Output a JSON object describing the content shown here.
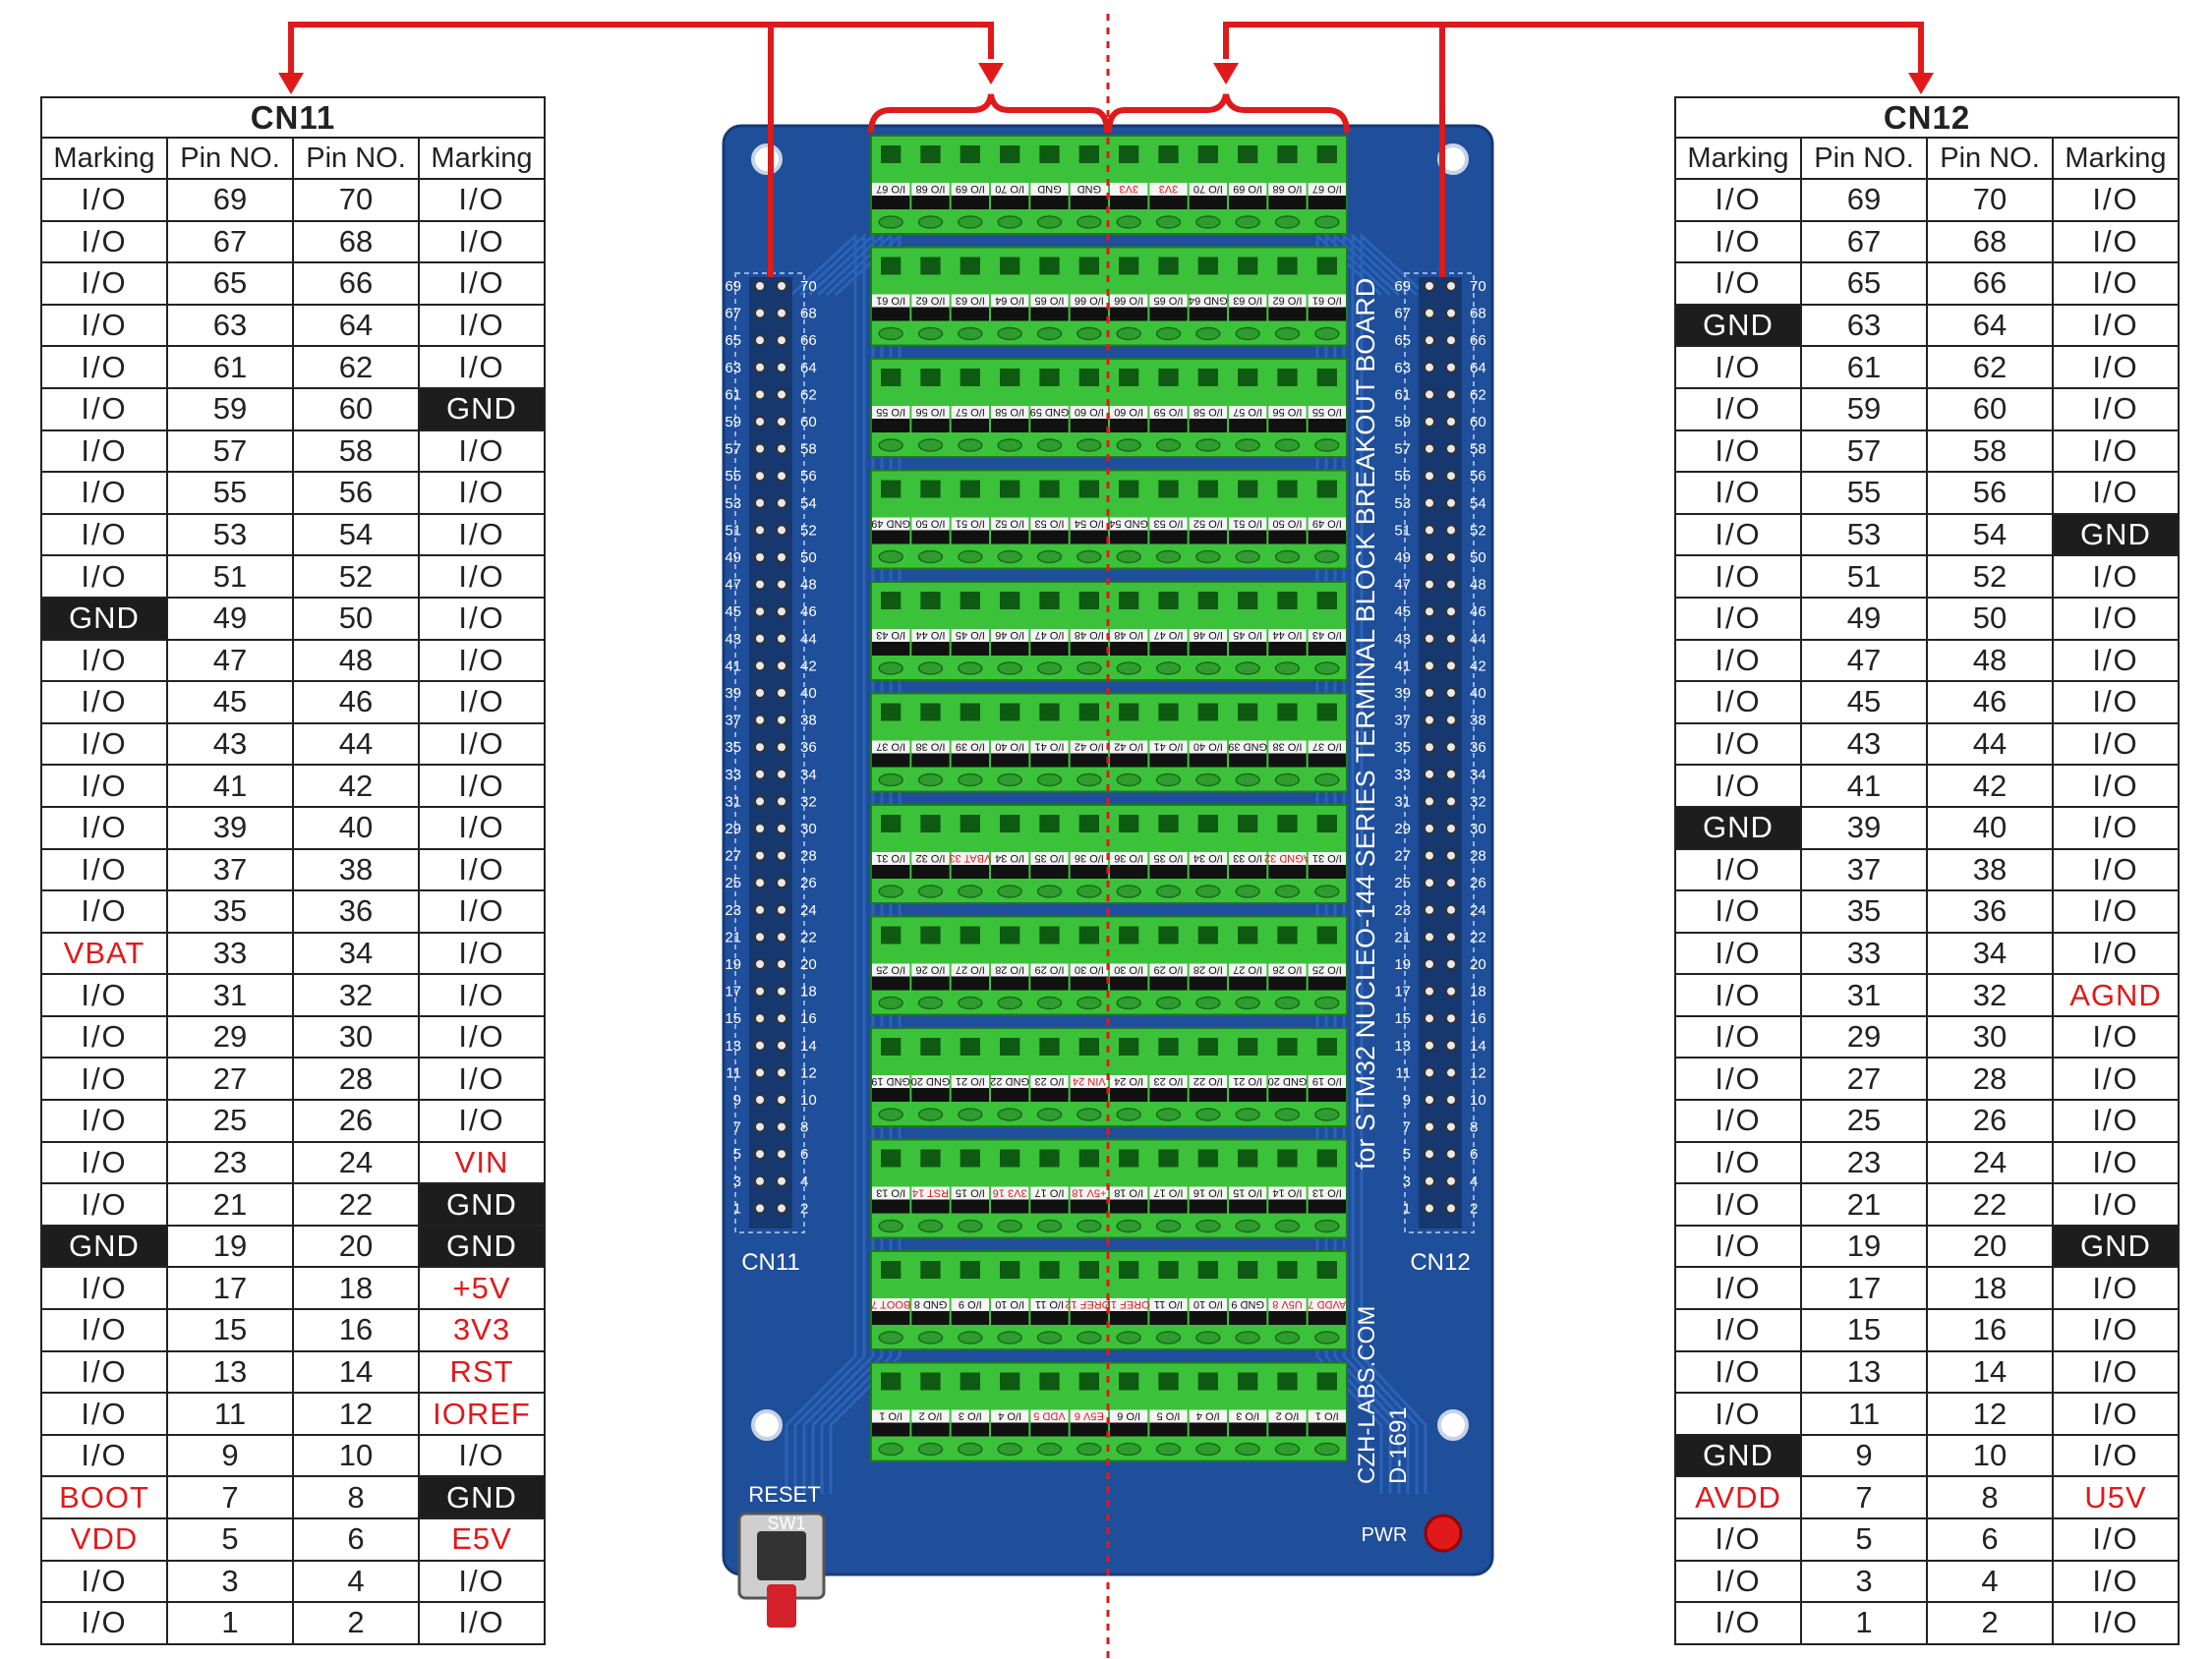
{
  "tables": [
    {
      "id": "cn11",
      "title": "CN11",
      "headers": [
        "Marking",
        "Pin NO.",
        "Pin NO.",
        "Marking"
      ],
      "rows": [
        {
          "lm": "I/O",
          "lp": "69",
          "rp": "70",
          "rm": "I/O"
        },
        {
          "lm": "I/O",
          "lp": "67",
          "rp": "68",
          "rm": "I/O"
        },
        {
          "lm": "I/O",
          "lp": "65",
          "rp": "66",
          "rm": "I/O"
        },
        {
          "lm": "I/O",
          "lp": "63",
          "rp": "64",
          "rm": "I/O"
        },
        {
          "lm": "I/O",
          "lp": "61",
          "rp": "62",
          "rm": "I/O"
        },
        {
          "lm": "I/O",
          "lp": "59",
          "rp": "60",
          "rm": "GND"
        },
        {
          "lm": "I/O",
          "lp": "57",
          "rp": "58",
          "rm": "I/O"
        },
        {
          "lm": "I/O",
          "lp": "55",
          "rp": "56",
          "rm": "I/O"
        },
        {
          "lm": "I/O",
          "lp": "53",
          "rp": "54",
          "rm": "I/O"
        },
        {
          "lm": "I/O",
          "lp": "51",
          "rp": "52",
          "rm": "I/O"
        },
        {
          "lm": "GND",
          "lp": "49",
          "rp": "50",
          "rm": "I/O"
        },
        {
          "lm": "I/O",
          "lp": "47",
          "rp": "48",
          "rm": "I/O"
        },
        {
          "lm": "I/O",
          "lp": "45",
          "rp": "46",
          "rm": "I/O"
        },
        {
          "lm": "I/O",
          "lp": "43",
          "rp": "44",
          "rm": "I/O"
        },
        {
          "lm": "I/O",
          "lp": "41",
          "rp": "42",
          "rm": "I/O"
        },
        {
          "lm": "I/O",
          "lp": "39",
          "rp": "40",
          "rm": "I/O"
        },
        {
          "lm": "I/O",
          "lp": "37",
          "rp": "38",
          "rm": "I/O"
        },
        {
          "lm": "I/O",
          "lp": "35",
          "rp": "36",
          "rm": "I/O"
        },
        {
          "lm": "VBAT",
          "lp": "33",
          "rp": "34",
          "rm": "I/O"
        },
        {
          "lm": "I/O",
          "lp": "31",
          "rp": "32",
          "rm": "I/O"
        },
        {
          "lm": "I/O",
          "lp": "29",
          "rp": "30",
          "rm": "I/O"
        },
        {
          "lm": "I/O",
          "lp": "27",
          "rp": "28",
          "rm": "I/O"
        },
        {
          "lm": "I/O",
          "lp": "25",
          "rp": "26",
          "rm": "I/O"
        },
        {
          "lm": "I/O",
          "lp": "23",
          "rp": "24",
          "rm": "VIN"
        },
        {
          "lm": "I/O",
          "lp": "21",
          "rp": "22",
          "rm": "GND"
        },
        {
          "lm": "GND",
          "lp": "19",
          "rp": "20",
          "rm": "GND"
        },
        {
          "lm": "I/O",
          "lp": "17",
          "rp": "18",
          "rm": "+5V"
        },
        {
          "lm": "I/O",
          "lp": "15",
          "rp": "16",
          "rm": "3V3"
        },
        {
          "lm": "I/O",
          "lp": "13",
          "rp": "14",
          "rm": "RST"
        },
        {
          "lm": "I/O",
          "lp": "11",
          "rp": "12",
          "rm": "IOREF"
        },
        {
          "lm": "I/O",
          "lp": "9",
          "rp": "10",
          "rm": "I/O"
        },
        {
          "lm": "BOOT",
          "lp": "7",
          "rp": "8",
          "rm": "GND"
        },
        {
          "lm": "VDD",
          "lp": "5",
          "rp": "6",
          "rm": "E5V"
        },
        {
          "lm": "I/O",
          "lp": "3",
          "rp": "4",
          "rm": "I/O"
        },
        {
          "lm": "I/O",
          "lp": "1",
          "rp": "2",
          "rm": "I/O"
        }
      ]
    },
    {
      "id": "cn12",
      "title": "CN12",
      "headers": [
        "Marking",
        "Pin NO.",
        "Pin NO.",
        "Marking"
      ],
      "rows": [
        {
          "lm": "I/O",
          "lp": "69",
          "rp": "70",
          "rm": "I/O"
        },
        {
          "lm": "I/O",
          "lp": "67",
          "rp": "68",
          "rm": "I/O"
        },
        {
          "lm": "I/O",
          "lp": "65",
          "rp": "66",
          "rm": "I/O"
        },
        {
          "lm": "GND",
          "lp": "63",
          "rp": "64",
          "rm": "I/O"
        },
        {
          "lm": "I/O",
          "lp": "61",
          "rp": "62",
          "rm": "I/O"
        },
        {
          "lm": "I/O",
          "lp": "59",
          "rp": "60",
          "rm": "I/O"
        },
        {
          "lm": "I/O",
          "lp": "57",
          "rp": "58",
          "rm": "I/O"
        },
        {
          "lm": "I/O",
          "lp": "55",
          "rp": "56",
          "rm": "I/O"
        },
        {
          "lm": "I/O",
          "lp": "53",
          "rp": "54",
          "rm": "GND"
        },
        {
          "lm": "I/O",
          "lp": "51",
          "rp": "52",
          "rm": "I/O"
        },
        {
          "lm": "I/O",
          "lp": "49",
          "rp": "50",
          "rm": "I/O"
        },
        {
          "lm": "I/O",
          "lp": "47",
          "rp": "48",
          "rm": "I/O"
        },
        {
          "lm": "I/O",
          "lp": "45",
          "rp": "46",
          "rm": "I/O"
        },
        {
          "lm": "I/O",
          "lp": "43",
          "rp": "44",
          "rm": "I/O"
        },
        {
          "lm": "I/O",
          "lp": "41",
          "rp": "42",
          "rm": "I/O"
        },
        {
          "lm": "GND",
          "lp": "39",
          "rp": "40",
          "rm": "I/O"
        },
        {
          "lm": "I/O",
          "lp": "37",
          "rp": "38",
          "rm": "I/O"
        },
        {
          "lm": "I/O",
          "lp": "35",
          "rp": "36",
          "rm": "I/O"
        },
        {
          "lm": "I/O",
          "lp": "33",
          "rp": "34",
          "rm": "I/O"
        },
        {
          "lm": "I/O",
          "lp": "31",
          "rp": "32",
          "rm": "AGND"
        },
        {
          "lm": "I/O",
          "lp": "29",
          "rp": "30",
          "rm": "I/O"
        },
        {
          "lm": "I/O",
          "lp": "27",
          "rp": "28",
          "rm": "I/O"
        },
        {
          "lm": "I/O",
          "lp": "25",
          "rp": "26",
          "rm": "I/O"
        },
        {
          "lm": "I/O",
          "lp": "23",
          "rp": "24",
          "rm": "I/O"
        },
        {
          "lm": "I/O",
          "lp": "21",
          "rp": "22",
          "rm": "I/O"
        },
        {
          "lm": "I/O",
          "lp": "19",
          "rp": "20",
          "rm": "GND"
        },
        {
          "lm": "I/O",
          "lp": "17",
          "rp": "18",
          "rm": "I/O"
        },
        {
          "lm": "I/O",
          "lp": "15",
          "rp": "16",
          "rm": "I/O"
        },
        {
          "lm": "I/O",
          "lp": "13",
          "rp": "14",
          "rm": "I/O"
        },
        {
          "lm": "I/O",
          "lp": "11",
          "rp": "12",
          "rm": "I/O"
        },
        {
          "lm": "GND",
          "lp": "9",
          "rp": "10",
          "rm": "I/O"
        },
        {
          "lm": "AVDD",
          "lp": "7",
          "rp": "8",
          "rm": "U5V"
        },
        {
          "lm": "I/O",
          "lp": "5",
          "rp": "6",
          "rm": "I/O"
        },
        {
          "lm": "I/O",
          "lp": "3",
          "rp": "4",
          "rm": "I/O"
        },
        {
          "lm": "I/O",
          "lp": "1",
          "rp": "2",
          "rm": "I/O"
        }
      ]
    }
  ],
  "board": {
    "left_header_label": "CN11",
    "right_header_label": "CN12",
    "reset_label": "RESET",
    "switch_label": "SW1",
    "power_label": "PWR",
    "silkscreen_title": "for STM32 NUCLEO-144 SERIES TERMINAL BLOCK BREAKOUT BOARD",
    "brand": "CZH-LABS.COM",
    "part_number": "D-1691",
    "terminal_rows": [
      {
        "left": [
          "I/O 67",
          "I/O 68",
          "I/O 69",
          "I/O 70",
          "GND",
          "GND"
        ],
        "right": [
          "3V3",
          "3V3",
          "I/O 70",
          "I/O 69",
          "I/O 68",
          "I/O 67"
        ]
      },
      {
        "left": [
          "I/O 61",
          "I/O 62",
          "I/O 63",
          "I/O 64",
          "I/O 65",
          "I/O 66"
        ],
        "right": [
          "I/O 66",
          "I/O 65",
          "GND 64",
          "I/O 63",
          "I/O 62",
          "I/O 61"
        ]
      },
      {
        "left": [
          "I/O 55",
          "I/O 56",
          "I/O 57",
          "I/O 58",
          "GND 59",
          "I/O 60"
        ],
        "right": [
          "I/O 60",
          "I/O 59",
          "I/O 58",
          "I/O 57",
          "I/O 56",
          "I/O 55"
        ]
      },
      {
        "left": [
          "GND 49",
          "I/O 50",
          "I/O 51",
          "I/O 52",
          "I/O 53",
          "I/O 54"
        ],
        "right": [
          "GND 54",
          "I/O 53",
          "I/O 52",
          "I/O 51",
          "I/O 50",
          "I/O 49"
        ]
      },
      {
        "left": [
          "I/O 43",
          "I/O 44",
          "I/O 45",
          "I/O 46",
          "I/O 47",
          "I/O 48"
        ],
        "right": [
          "I/O 48",
          "I/O 47",
          "I/O 46",
          "I/O 45",
          "I/O 44",
          "I/O 43"
        ]
      },
      {
        "left": [
          "I/O 37",
          "I/O 38",
          "I/O 39",
          "I/O 40",
          "I/O 41",
          "I/O 42"
        ],
        "right": [
          "I/O 42",
          "I/O 41",
          "I/O 40",
          "GND 39",
          "I/O 38",
          "I/O 37"
        ]
      },
      {
        "left": [
          "I/O 31",
          "I/O 32",
          "VBAT 33",
          "I/O 34",
          "I/O 35",
          "I/O 36"
        ],
        "right": [
          "I/O 36",
          "I/O 35",
          "I/O 34",
          "I/O 33",
          "AGND 32",
          "I/O 31"
        ]
      },
      {
        "left": [
          "I/O 25",
          "I/O 26",
          "I/O 27",
          "I/O 28",
          "I/O 29",
          "I/O 30"
        ],
        "right": [
          "I/O 30",
          "I/O 29",
          "I/O 28",
          "I/O 27",
          "I/O 26",
          "I/O 25"
        ]
      },
      {
        "left": [
          "GND 19",
          "GND 20",
          "I/O 21",
          "GND 22",
          "I/O 23",
          "VIN 24"
        ],
        "right": [
          "I/O 24",
          "I/O 23",
          "I/O 22",
          "I/O 21",
          "GND 20",
          "I/O 19"
        ]
      },
      {
        "left": [
          "I/O 13",
          "RST 14",
          "I/O 15",
          "3V3 16",
          "I/O 17",
          "+5V 18"
        ],
        "right": [
          "I/O 18",
          "I/O 17",
          "I/O 16",
          "I/O 15",
          "I/O 14",
          "I/O 13"
        ]
      },
      {
        "left": [
          "BOOT 7",
          "GND 8",
          "I/O 9",
          "I/O 10",
          "I/O 11",
          "IOREF 12"
        ],
        "right": [
          "IOREF 12",
          "I/O 11",
          "I/O 10",
          "GND 9",
          "U5V 8",
          "AVDD 7"
        ]
      },
      {
        "left": [
          "I/O 1",
          "I/O 2",
          "I/O 3",
          "I/O 4",
          "VDD 5",
          "E5V 6"
        ],
        "right": [
          "I/O 6",
          "I/O 5",
          "I/O 4",
          "I/O 3",
          "I/O 2",
          "I/O 1"
        ]
      }
    ]
  },
  "colors": {
    "red": "#e0191b",
    "board_blue": "#1f4e9a",
    "terminal_green": "#3cc23a",
    "cell_black": "#1d1d1d"
  }
}
